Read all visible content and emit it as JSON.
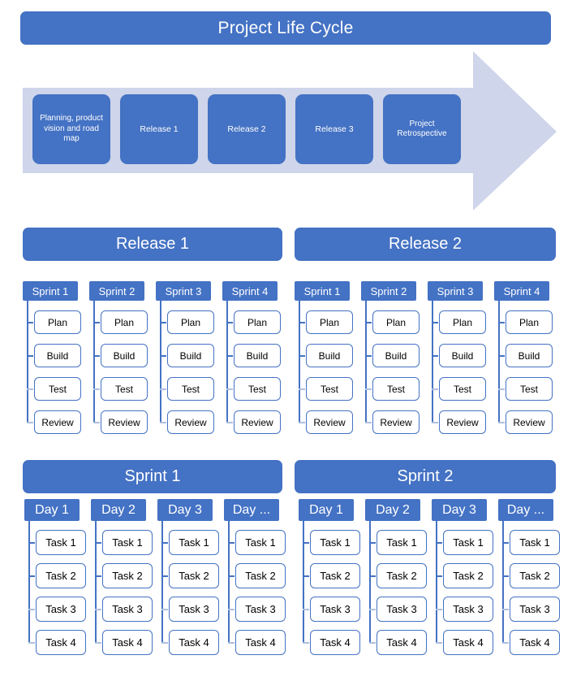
{
  "title": "Project Life Cycle",
  "colors": {
    "accent": "#4472C4",
    "arrow_fill": "#CFD5EA",
    "leaf_border": "#4472C4",
    "leaf_bg": "#FFFFFF",
    "text_on_accent": "#FFFFFF"
  },
  "lifecycle": {
    "arrow_direction": "right",
    "stages": [
      {
        "label": "Planning, product vision and road map",
        "multiline": true
      },
      {
        "label": "Release 1",
        "multiline": false
      },
      {
        "label": "Release 2",
        "multiline": false
      },
      {
        "label": "Release 3",
        "multiline": false
      },
      {
        "label": "Project Retrospective",
        "multiline": true
      }
    ]
  },
  "release_sections": [
    {
      "title": "Release 1",
      "columns": [
        {
          "header": "Sprint 1",
          "items": [
            "Plan",
            "Build",
            "Test",
            "Review"
          ]
        },
        {
          "header": "Sprint 2",
          "items": [
            "Plan",
            "Build",
            "Test",
            "Review"
          ]
        },
        {
          "header": "Sprint 3",
          "items": [
            "Plan",
            "Build",
            "Test",
            "Review"
          ]
        },
        {
          "header": "Sprint 4",
          "items": [
            "Plan",
            "Build",
            "Test",
            "Review"
          ]
        }
      ]
    },
    {
      "title": "Release 2",
      "columns": [
        {
          "header": "Sprint 1",
          "items": [
            "Plan",
            "Build",
            "Test",
            "Review"
          ]
        },
        {
          "header": "Sprint 2",
          "items": [
            "Plan",
            "Build",
            "Test",
            "Review"
          ]
        },
        {
          "header": "Sprint 3",
          "items": [
            "Plan",
            "Build",
            "Test",
            "Review"
          ]
        },
        {
          "header": "Sprint 4",
          "items": [
            "Plan",
            "Build",
            "Test",
            "Review"
          ]
        }
      ]
    }
  ],
  "sprint_sections": [
    {
      "title": "Sprint 1",
      "columns": [
        {
          "header": "Day 1",
          "items": [
            "Task 1",
            "Task 2",
            "Task 3",
            "Task 4"
          ]
        },
        {
          "header": "Day 2",
          "items": [
            "Task 1",
            "Task 2",
            "Task 3",
            "Task 4"
          ]
        },
        {
          "header": "Day 3",
          "items": [
            "Task 1",
            "Task 2",
            "Task 3",
            "Task 4"
          ]
        },
        {
          "header": "Day ...",
          "items": [
            "Task 1",
            "Task 2",
            "Task 3",
            "Task 4"
          ]
        }
      ]
    },
    {
      "title": "Sprint 2",
      "columns": [
        {
          "header": "Day 1",
          "items": [
            "Task 1",
            "Task 2",
            "Task 3",
            "Task 4"
          ]
        },
        {
          "header": "Day 2",
          "items": [
            "Task 1",
            "Task 2",
            "Task 3",
            "Task 4"
          ]
        },
        {
          "header": "Day 3",
          "items": [
            "Task 1",
            "Task 2",
            "Task 3",
            "Task 4"
          ]
        },
        {
          "header": "Day ...",
          "items": [
            "Task 1",
            "Task 2",
            "Task 3",
            "Task 4"
          ]
        }
      ]
    }
  ]
}
